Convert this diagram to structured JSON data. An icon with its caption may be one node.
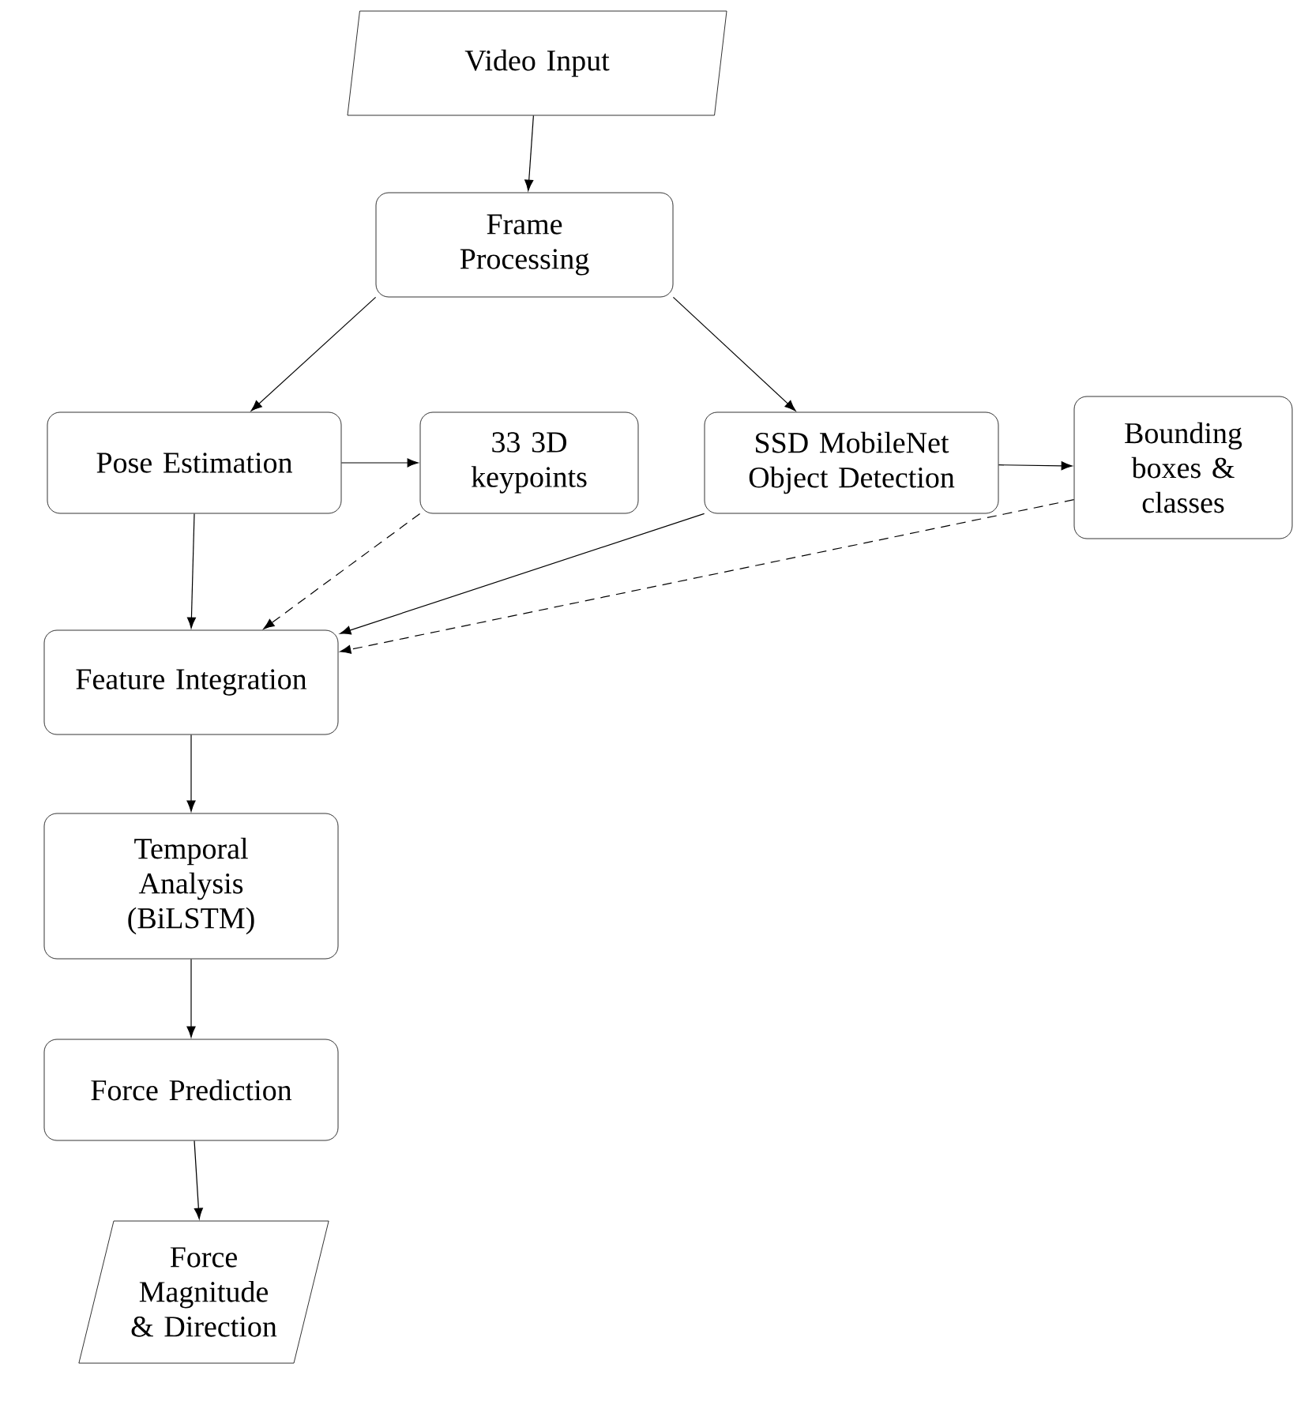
{
  "diagram": {
    "nodes": [
      {
        "text": [
          "Video Input"
        ]
      },
      {
        "text": [
          "Frame Processing"
        ]
      },
      {
        "text": [
          "Pose Estimation"
        ]
      },
      {
        "text": [
          "33 3D keypoints"
        ]
      },
      {
        "text": [
          "SSD MobileNet Object Detection"
        ]
      },
      {
        "text": [
          "Bounding boxes & classes"
        ]
      },
      {
        "text": [
          "Feature Integration"
        ]
      },
      {
        "text": [
          "Temporal Analysis (BiLSTM)"
        ]
      },
      {
        "text": [
          "Force Prediction"
        ]
      },
      {
        "text": [
          "Force Magnitude & Direction"
        ]
      }
    ],
    "edges": [
      {
        "from": 0,
        "to": 1,
        "arrow": "to"
      },
      {
        "from": 1,
        "to": 2,
        "arrow": "to"
      },
      {
        "from": 1,
        "to": 4,
        "arrow": "to"
      },
      {
        "from": 2,
        "to": 3,
        "arrow": "to"
      },
      {
        "from": 4,
        "to": 5,
        "arrow": "to"
      },
      {
        "from": 2,
        "to": 6,
        "arrow": "to"
      },
      {
        "from": 3,
        "to": 6,
        "arrow": "to",
        "style": "dashed"
      },
      {
        "from": 4,
        "to": 6,
        "arrow": "to"
      },
      {
        "from": 5,
        "to": 6,
        "arrow": "to",
        "style": "dashed"
      },
      {
        "from": 6,
        "to": 7,
        "arrow": "to"
      },
      {
        "from": 7,
        "to": 8,
        "arrow": "to"
      },
      {
        "from": 8,
        "to": 9,
        "arrow": "to"
      }
    ]
  }
}
